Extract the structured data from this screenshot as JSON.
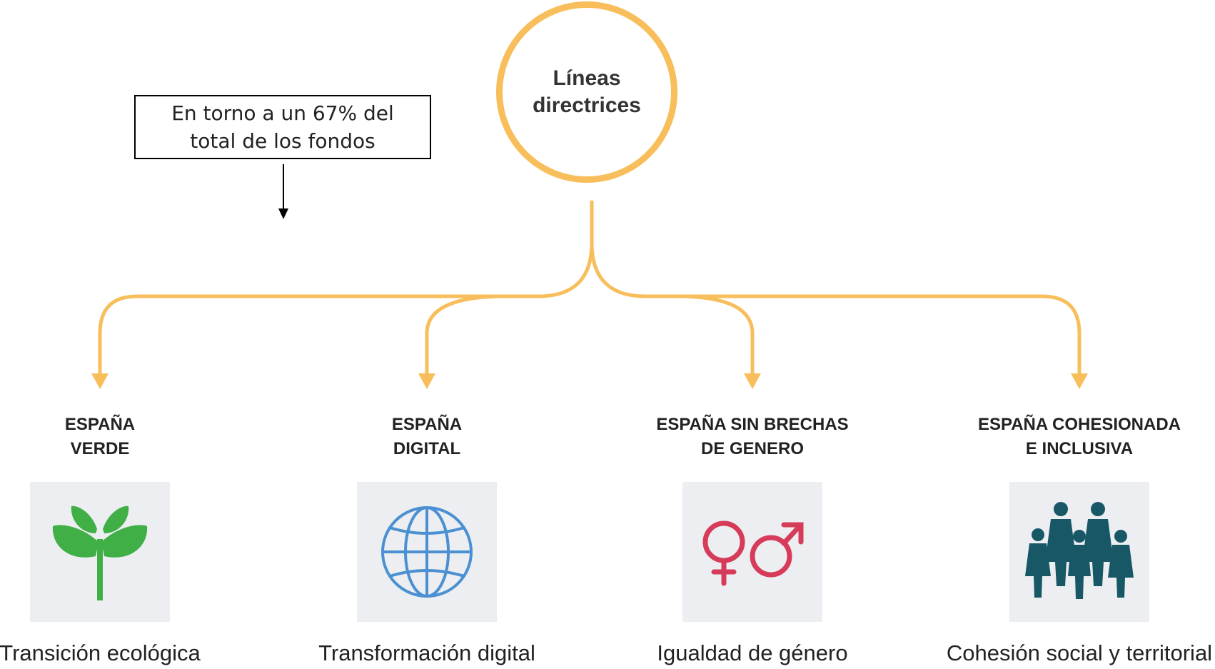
{
  "center": {
    "title_line1": "Líneas",
    "title_line2": "directrices"
  },
  "note": {
    "line1": "En torno a un 67% del",
    "line2": "total de los fondos"
  },
  "colors": {
    "connector": "#F8BE5B",
    "tile_bg": "#ECEEF1",
    "plant": "#3FAF46",
    "globe": "#4A90D2",
    "gender": "#D63C5A",
    "people": "#185866"
  },
  "columns": [
    {
      "heading_line1": "ESPAÑA",
      "heading_line2": "VERDE",
      "icon": "plant-icon",
      "caption": "Transición ecológica"
    },
    {
      "heading_line1": "ESPAÑA",
      "heading_line2": "DIGITAL",
      "icon": "globe-icon",
      "caption": "Transformación digital"
    },
    {
      "heading_line1": "ESPAÑA SIN BRECHAS",
      "heading_line2": "DE GENERO",
      "icon": "gender-symbols-icon",
      "caption": "Igualdad de género"
    },
    {
      "heading_line1": "ESPAÑA COHESIONADA",
      "heading_line2": "E INCLUSIVA",
      "icon": "people-group-icon",
      "caption": "Cohesión social y territorial"
    }
  ]
}
